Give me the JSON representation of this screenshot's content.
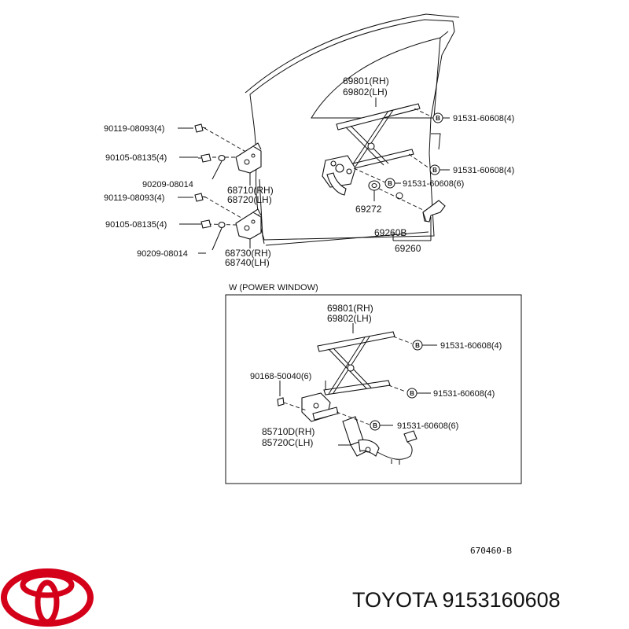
{
  "top_section": {
    "labels": {
      "regulator": [
        "69801(RH)",
        "69802(LH)"
      ],
      "bolt_a": "91531-60608(4)",
      "bolt_b": "91531-60608(4)",
      "bolt_c": "91531-60608(6)",
      "handle_part": "69272",
      "handle_sub": "69260B",
      "handle_assy": "69260",
      "hinge_upper": [
        "68710(RH)",
        "68720(LH)"
      ],
      "hinge_lower": [
        "68730(RH)",
        "68740(LH)"
      ],
      "bolt_u1": "90119-08093(4)",
      "bolt_u2": "90105-08135(4)",
      "pin_u": "90209-08014",
      "bolt_l1": "90119-08093(4)",
      "bolt_l2": "90105-08135(4)",
      "pin_l": "90209-08014"
    }
  },
  "power_window_box": {
    "title": "W (POWER  WINDOW)",
    "labels": {
      "regulator": [
        "69801(RH)",
        "69802(LH)"
      ],
      "bolt_a": "91531-60608(4)",
      "bolt_b": "91531-60608(4)",
      "bolt_c": "91531-60608(6)",
      "screw": "90168-50040(6)",
      "motor": [
        "85710D(RH)",
        "85720C(LH)"
      ]
    }
  },
  "bolt_symbol": "B",
  "ref_code": "670460-B",
  "brand": {
    "text": "TOYOTA 9153160608",
    "logo_color": "#d4001a"
  }
}
